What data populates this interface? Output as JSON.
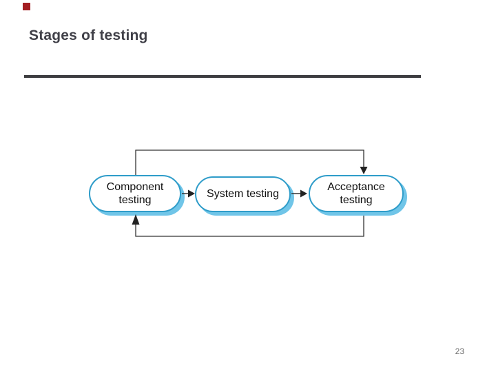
{
  "slide": {
    "title": "Stages of testing",
    "page_number": "23",
    "accent_square_color": "#a31e22",
    "title_color": "#404048",
    "rule_color": "#3d3d40"
  },
  "diagram": {
    "nodes": [
      {
        "label": "Component\ntesting"
      },
      {
        "label": "System testing"
      },
      {
        "label": "Acceptance\ntesting"
      }
    ],
    "colors": {
      "node_fill": "#ffffff",
      "node_border": "#2e9cc9",
      "node_shadow": "#70c5e8",
      "connector": "#333333",
      "node_text": "#111111"
    }
  }
}
